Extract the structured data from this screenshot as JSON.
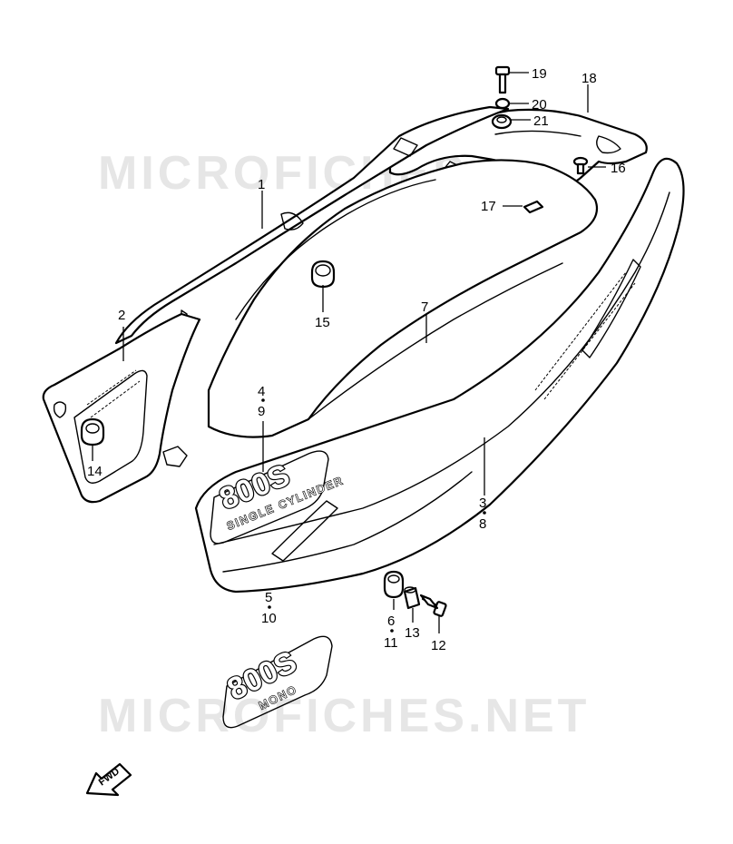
{
  "watermark": {
    "top": "MICROFICHES.NET",
    "bottom": "MICROFICHES.NET"
  },
  "badges": {
    "large_model": "800S",
    "large_sub": "SINGLE CYLINDER",
    "small_model": "800S",
    "small_sub": "MONO"
  },
  "fwd_label": "FWD",
  "callouts": {
    "c1": "1",
    "c2": "2",
    "c3": "3",
    "c4": "4",
    "c5": "5",
    "c6": "6",
    "c7": "7",
    "c8": "8",
    "c9": "9",
    "c10": "10",
    "c11": "11",
    "c12": "12",
    "c13": "13",
    "c14": "14",
    "c15": "15",
    "c16": "16",
    "c17": "17",
    "c18": "18",
    "c19": "19",
    "c20": "20",
    "c21": "21"
  }
}
